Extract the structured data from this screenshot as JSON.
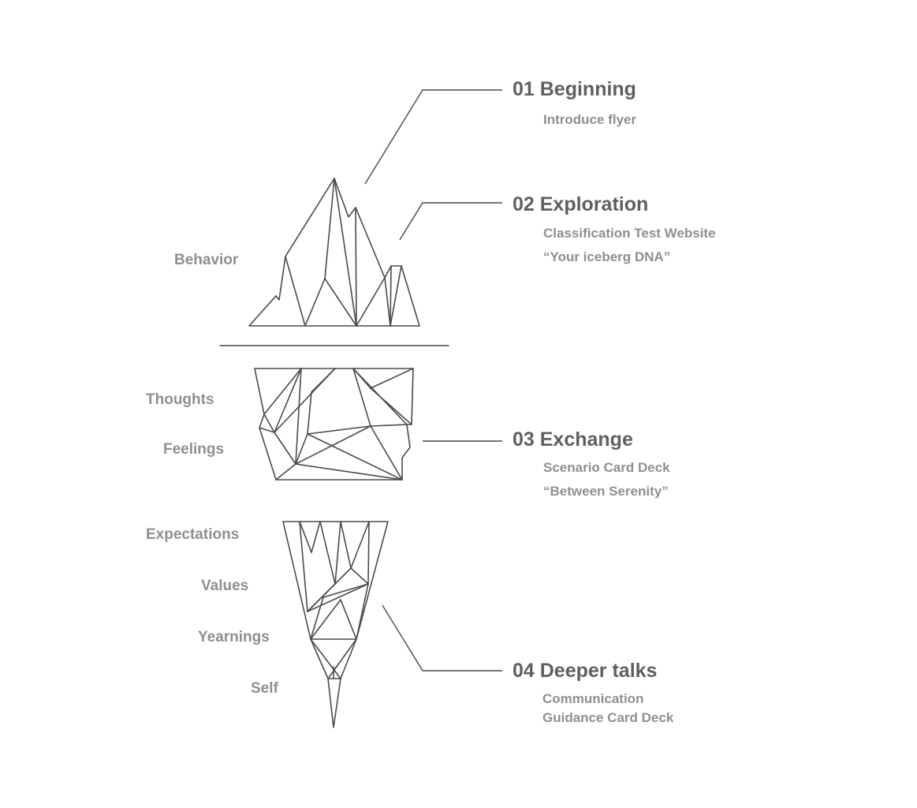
{
  "layers": [
    {
      "id": "behavior",
      "label": "Behavior"
    },
    {
      "id": "thoughts",
      "label": "Thoughts"
    },
    {
      "id": "feelings",
      "label": "Feelings"
    },
    {
      "id": "expectations",
      "label": "Expectations"
    },
    {
      "id": "values",
      "label": "Values"
    },
    {
      "id": "yearnings",
      "label": "Yearnings"
    },
    {
      "id": "self",
      "label": "Self"
    }
  ],
  "stages": [
    {
      "title": "01 Beginning",
      "lines": [
        "Introduce flyer"
      ]
    },
    {
      "title": "02 Exploration",
      "lines": [
        "Classification Test Website",
        "“Your iceberg DNA”"
      ]
    },
    {
      "title": "03 Exchange",
      "lines": [
        "Scenario Card Deck",
        "“Between Serenity”"
      ]
    },
    {
      "title": "04 Deeper talks",
      "lines": [
        "Communication",
        "Guidance Card Deck"
      ]
    }
  ],
  "colors": {
    "stroke": "#4a4a4a",
    "title_text": "#5f5f5f",
    "label_text": "#8f8f8f",
    "background": "#ffffff"
  }
}
